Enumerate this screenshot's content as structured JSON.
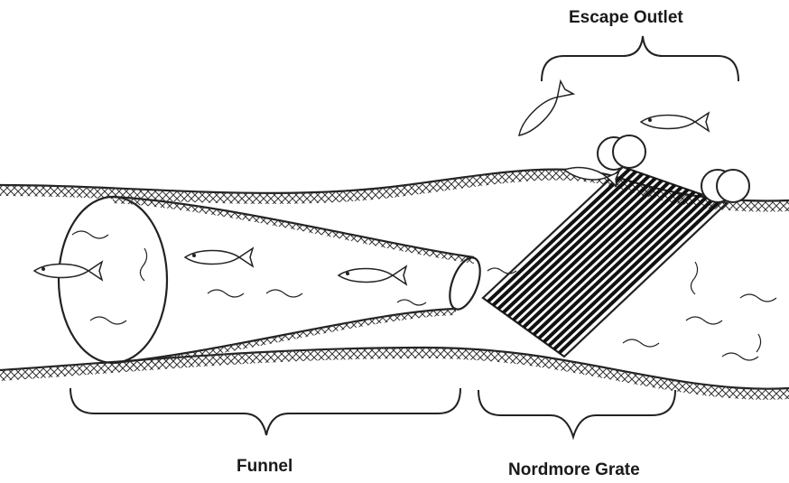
{
  "labels": {
    "escape_outlet": "Escape Outlet",
    "funnel": "Funnel",
    "nordmore_grate": "Nordmore Grate"
  },
  "colors": {
    "ink": "#1a1a1a",
    "background": "#ffffff"
  }
}
